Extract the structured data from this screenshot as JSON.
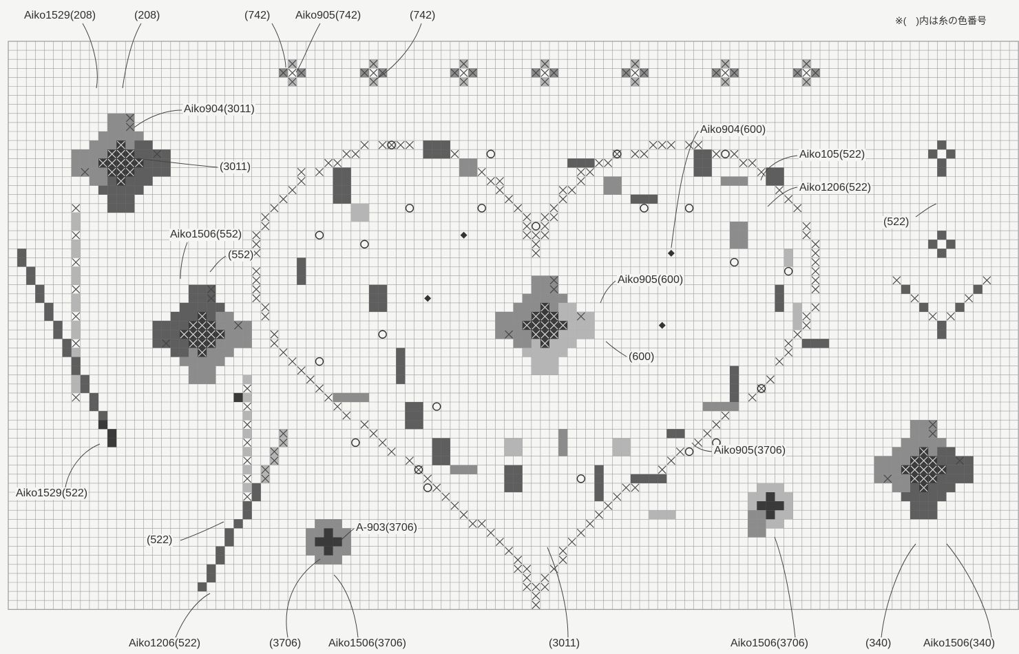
{
  "note": "※(　)内は糸の色番号",
  "colors": {
    "background": "#f5f5f3",
    "grid": "#9a9a9a",
    "leader": "#444444",
    "thread_dark": "#3a3a3a",
    "thread_darkgray": "#5e5e5e",
    "thread_midgray": "#8c8c8c",
    "thread_lightgray": "#b5b5b5"
  },
  "labels": [
    {
      "id": "lbl-1529-208",
      "text": "Aiko1529(208)"
    },
    {
      "id": "lbl-208",
      "text": "(208)"
    },
    {
      "id": "lbl-742-a",
      "text": "(742)"
    },
    {
      "id": "lbl-905-742",
      "text": "Aiko905(742)"
    },
    {
      "id": "lbl-742-b",
      "text": "(742)"
    },
    {
      "id": "lbl-904-3011",
      "text": "Aiko904(3011)"
    },
    {
      "id": "lbl-3011-a",
      "text": "(3011)"
    },
    {
      "id": "lbl-1506-552",
      "text": "Aiko1506(552)"
    },
    {
      "id": "lbl-552",
      "text": "(552)"
    },
    {
      "id": "lbl-904-600",
      "text": "Aiko904(600)"
    },
    {
      "id": "lbl-105-522",
      "text": "Aiko105(522)"
    },
    {
      "id": "lbl-1206-522-a",
      "text": "Aiko1206(522)"
    },
    {
      "id": "lbl-522-a",
      "text": "(522)"
    },
    {
      "id": "lbl-905-600",
      "text": "Aiko905(600)"
    },
    {
      "id": "lbl-600",
      "text": "(600)"
    },
    {
      "id": "lbl-905-3706",
      "text": "Aiko905(3706)"
    },
    {
      "id": "lbl-1529-522",
      "text": "Aiko1529(522)"
    },
    {
      "id": "lbl-522-b",
      "text": "(522)"
    },
    {
      "id": "lbl-a903-3706",
      "text": "A-903(3706)"
    },
    {
      "id": "lbl-1206-522-b",
      "text": "Aiko1206(522)"
    },
    {
      "id": "lbl-3706-a",
      "text": "(3706)"
    },
    {
      "id": "lbl-1506-3706-a",
      "text": "Aiko1506(3706)"
    },
    {
      "id": "lbl-3011-b",
      "text": "(3011)"
    },
    {
      "id": "lbl-1506-3706-b",
      "text": "Aiko1506(3706)"
    },
    {
      "id": "lbl-340",
      "text": "(340)"
    },
    {
      "id": "lbl-1506-340",
      "text": "Aiko1506(340)"
    }
  ]
}
